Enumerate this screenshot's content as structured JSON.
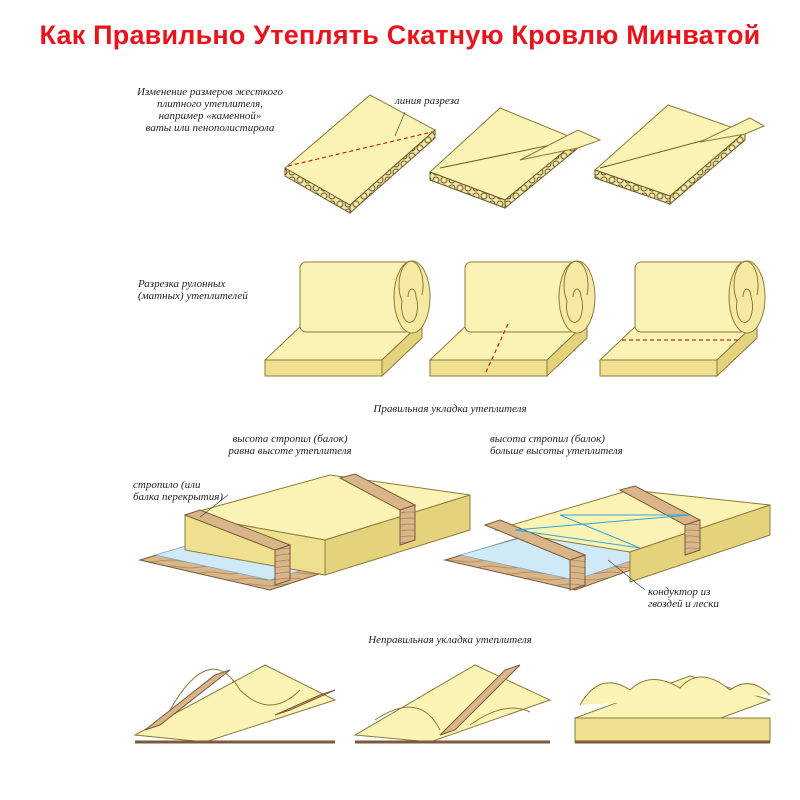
{
  "title": "Как Правильно Утеплять Скатную Кровлю Минватой",
  "colors": {
    "title": "#e8141c",
    "insulation": "#fbf3b4",
    "insulation_side": "#efe08f",
    "insulation_edge": "#c9b45e",
    "wood": "#d9b689",
    "wood_dark": "#a7815a",
    "membrane": "#cfe9f7",
    "cut_line": "#d21f1f",
    "guide_line": "#35a2d8"
  },
  "labels": {
    "rigid": [
      "Изменение размеров жесткого",
      "плитного утеплителя,",
      "например «каменной»",
      "ваты или пенополистирола"
    ],
    "cut_line": "линия разреза",
    "roll": [
      "Разрезка рулонных",
      "(матных) утеплителей"
    ],
    "correct": "Правильная укладка утеплителя",
    "equal": [
      "высота стропил (балок)",
      "равна высоте утеплителя"
    ],
    "rafter": [
      "стропило (или",
      "балка перекрытия)"
    ],
    "greater": [
      "высота стропил (балок)",
      "больше высоты утеплителя"
    ],
    "conductor": [
      "кондуктор из",
      "гвоздей и лески"
    ],
    "incorrect": "Неправильная укладка утеплителя"
  }
}
